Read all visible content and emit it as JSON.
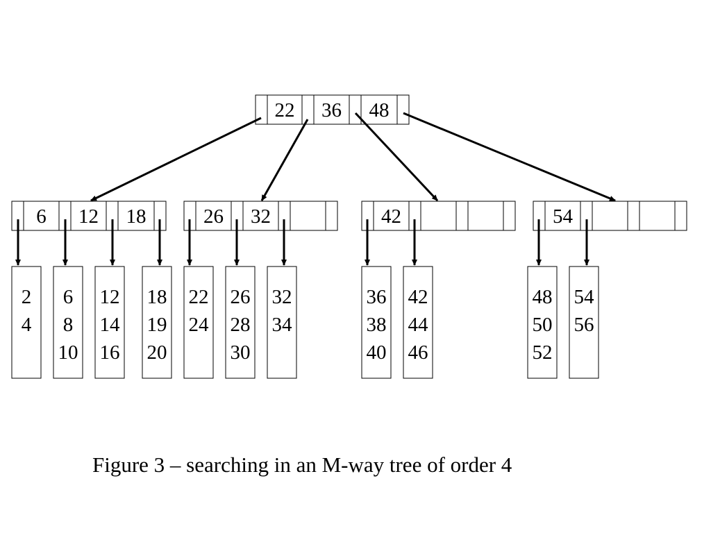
{
  "tree": {
    "root": {
      "keys": [
        "22",
        "36",
        "48"
      ]
    },
    "internal_nodes": [
      {
        "keys": [
          "6",
          "12",
          "18"
        ]
      },
      {
        "keys": [
          "26",
          "32"
        ]
      },
      {
        "keys": [
          "42"
        ]
      },
      {
        "keys": [
          "54"
        ]
      }
    ],
    "leaves": [
      [
        "2",
        "4"
      ],
      [
        "6",
        "8",
        "10"
      ],
      [
        "12",
        "14",
        "16"
      ],
      [
        "18",
        "19",
        "20"
      ],
      [
        "22",
        "24"
      ],
      [
        "26",
        "28",
        "30"
      ],
      [
        "32",
        "34"
      ],
      [
        "36",
        "38",
        "40"
      ],
      [
        "42",
        "44",
        "46"
      ],
      [
        "48",
        "50",
        "52"
      ],
      [
        "54",
        "56"
      ]
    ]
  },
  "caption": "Figure 3 – searching in an M-way tree of order 4"
}
